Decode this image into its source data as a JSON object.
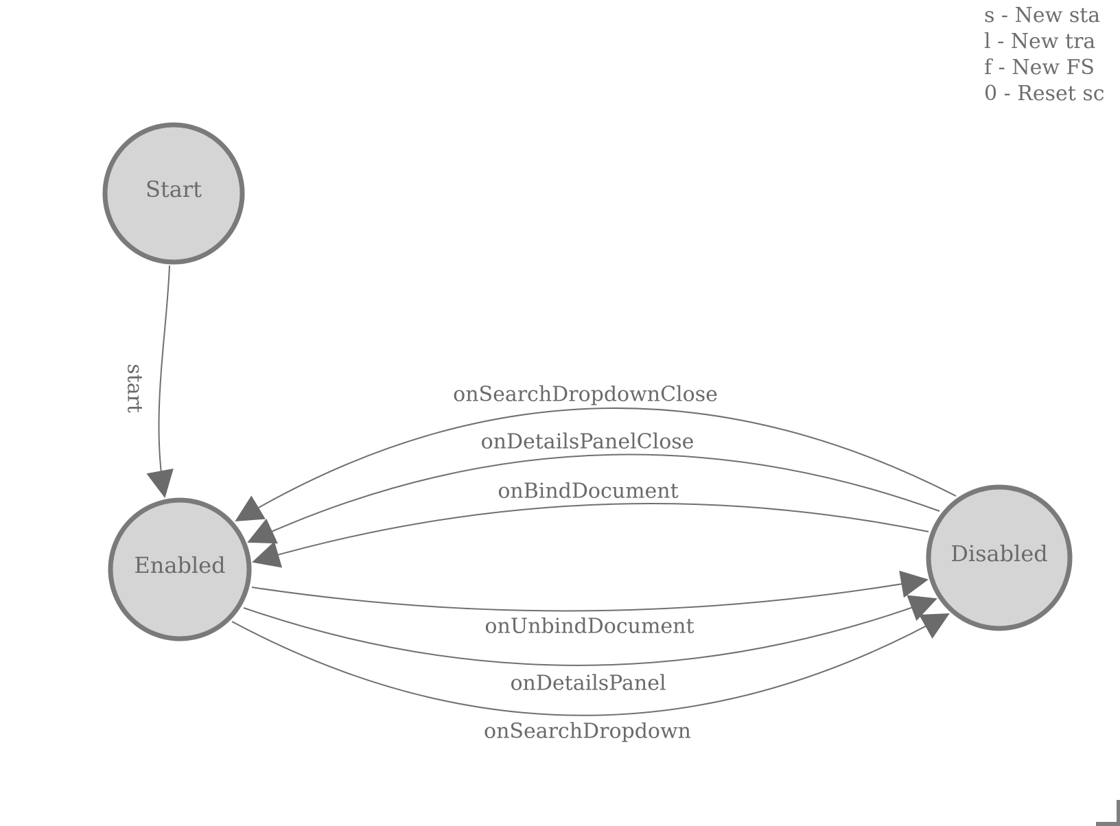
{
  "hints": {
    "lines": [
      "s - New sta",
      "l - New tra",
      "f - New FS",
      "0 - Reset sc"
    ]
  },
  "states": [
    {
      "id": "start",
      "label": "Start"
    },
    {
      "id": "enabled",
      "label": "Enabled"
    },
    {
      "id": "disabled",
      "label": "Disabled"
    }
  ],
  "transitions": {
    "start_edge_label": "start",
    "disabled_to_enabled": [
      "onSearchDropdownClose",
      "onDetailsPanelClose",
      "onBindDocument"
    ],
    "enabled_to_disabled": [
      "onUnbindDocument",
      "onDetailsPanel",
      "onSearchDropdown"
    ]
  },
  "colors": {
    "background": "#ffffff",
    "state_fill": "#d5d5d5",
    "state_stroke": "#7a7a7a",
    "edge_stroke": "#6f6f6f",
    "arrowhead_fill": "#6b6b6b",
    "text": "#6a6a6a"
  }
}
